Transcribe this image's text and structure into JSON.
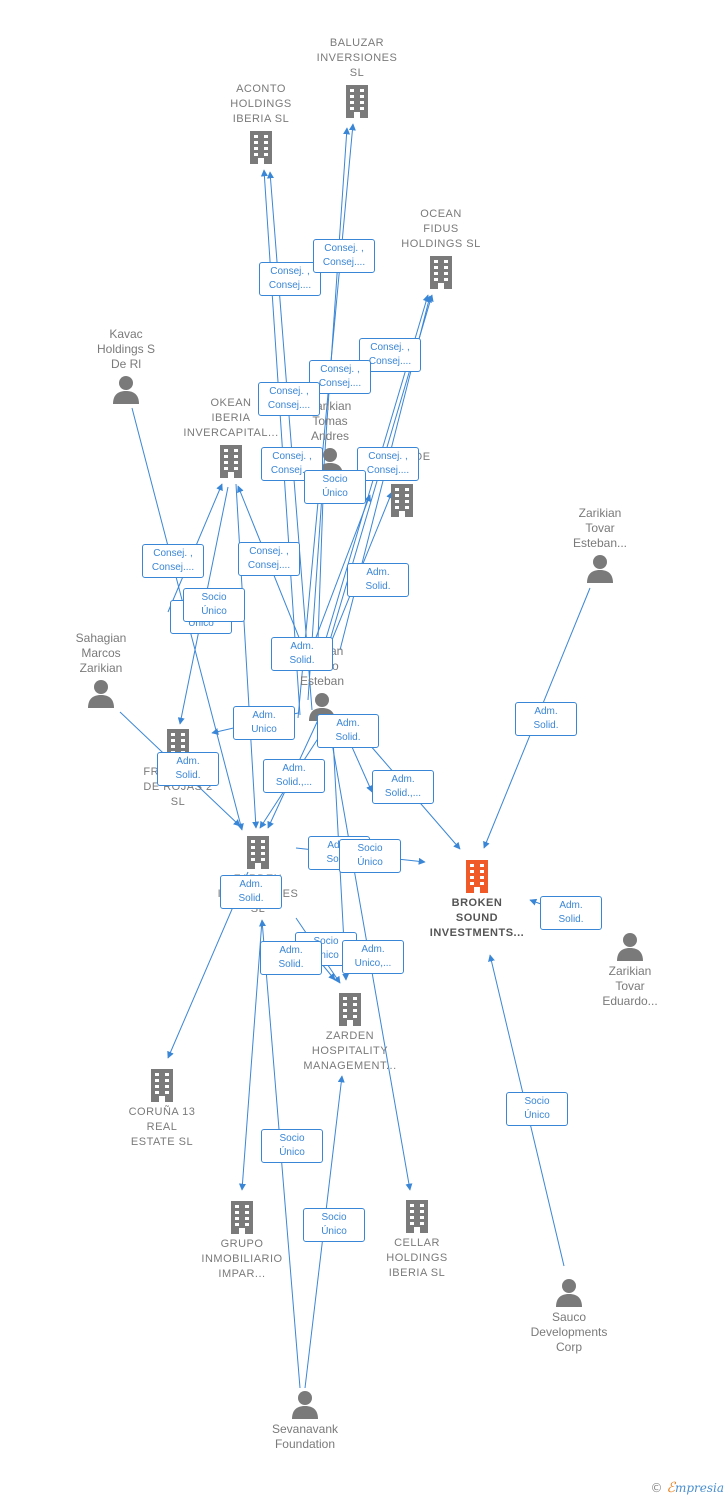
{
  "colors": {
    "accent": "#3a86d6",
    "node_gray": "#7a7a7a",
    "main_node": "#f05a28"
  },
  "nodes": {
    "baluzar": {
      "label": [
        "BALUZAR",
        "INVERSIONES",
        "SL"
      ],
      "icon": "building-icon"
    },
    "acontto": {
      "label": [
        "ACONTO",
        "HOLDINGS",
        "IBERIA SL"
      ],
      "icon": "building-icon"
    },
    "ocean": {
      "label": [
        "OCEAN",
        "FIDUS",
        "HOLDINGS SL"
      ],
      "icon": "building-icon"
    },
    "kavac": {
      "label": [
        "Kavac",
        "Holdings S",
        "De Rl"
      ],
      "icon": "person-icon"
    },
    "okean": {
      "label": [
        "OKEAN",
        "IBERIA",
        "INVERCAPITAL..."
      ],
      "icon": "building-icon"
    },
    "calle": {
      "label": [
        "CALLE DE",
        "1-"
      ],
      "icon": "building-icon"
    },
    "zarikian_tomas": {
      "label": [
        "Zarikian",
        "Tomas",
        "Andres"
      ],
      "icon": "person-icon"
    },
    "zarikian_tovar_esteban": {
      "label": [
        "Zarikian",
        "Tovar",
        "Esteban..."
      ],
      "icon": "person-icon"
    },
    "sahagian": {
      "label": [
        "Sahagian",
        "Marcos",
        "Zarikian"
      ],
      "icon": "person-icon"
    },
    "zarikian_marco": {
      "label": [
        "Zarikian",
        "Marco",
        "Esteban"
      ],
      "icon": "person-icon"
    },
    "francisco": {
      "label": [
        "FRANCISCO",
        "DE ROJAS 2",
        "SL"
      ],
      "icon": "building-icon"
    },
    "zarden_inv": {
      "label": [
        "ZARDEN",
        "INVERSIONES",
        "SL"
      ],
      "icon": "building-icon"
    },
    "broken": {
      "label": [
        "BROKEN",
        "SOUND",
        "INVESTMENTS..."
      ],
      "icon": "building-icon"
    },
    "zarikian_eduardo": {
      "label": [
        "Zarikian",
        "Tovar",
        "Eduardo..."
      ],
      "icon": "person-icon"
    },
    "zarden_hosp": {
      "label": [
        "ZARDEN",
        "HOSPITALITY",
        "MANAGEMENT..."
      ],
      "icon": "building-icon"
    },
    "coruna": {
      "label": [
        "CORUÑA 13",
        "REAL",
        "ESTATE SL"
      ],
      "icon": "building-icon"
    },
    "grupo": {
      "label": [
        "GRUPO",
        "INMOBILIARIO",
        "IMPAR..."
      ],
      "icon": "building-icon"
    },
    "cellar": {
      "label": [
        "CELLAR",
        "HOLDINGS",
        "IBERIA SL"
      ],
      "icon": "building-icon"
    },
    "sauco": {
      "label": [
        "Sauco",
        "Developments",
        "Corp"
      ],
      "icon": "person-icon"
    },
    "sevanavank": {
      "label": [
        "Sevanavank",
        "Foundation"
      ],
      "icon": "person-icon"
    }
  },
  "badges": [
    {
      "id": "b1",
      "lines": [
        "Consej. ,",
        "Consej...."
      ]
    },
    {
      "id": "b2",
      "lines": [
        "Consej. ,",
        "Consej...."
      ]
    },
    {
      "id": "b3",
      "lines": [
        "Consej. ,",
        "Consej...."
      ]
    },
    {
      "id": "b4",
      "lines": [
        "Consej. ,",
        "Consej...."
      ]
    },
    {
      "id": "b5",
      "lines": [
        "Consej. ,",
        "Consej...."
      ]
    },
    {
      "id": "b6",
      "lines": [
        "Consej. ,",
        "Consej...."
      ]
    },
    {
      "id": "b7",
      "lines": [
        "Consej. ,",
        "Consej...."
      ]
    },
    {
      "id": "b8",
      "lines": [
        "Socio",
        "Único"
      ]
    },
    {
      "id": "b9",
      "lines": [
        "Consej. ,",
        "Consej...."
      ]
    },
    {
      "id": "b10",
      "lines": [
        "Consej. ,",
        "Consej...."
      ]
    },
    {
      "id": "b11",
      "lines": [
        "Adm.",
        "Solid."
      ]
    },
    {
      "id": "b12",
      "lines": [
        "Socio",
        "Único"
      ]
    },
    {
      "id": "b13",
      "lines": [
        "Socio",
        "Único"
      ]
    },
    {
      "id": "b14",
      "lines": [
        "Adm.",
        "Solid."
      ]
    },
    {
      "id": "b15",
      "lines": [
        "Adm.",
        "Unico"
      ]
    },
    {
      "id": "b16",
      "lines": [
        "Adm.",
        "Solid."
      ]
    },
    {
      "id": "b17",
      "lines": [
        "Adm.",
        "Solid."
      ]
    },
    {
      "id": "b18",
      "lines": [
        "Adm.",
        "Solid.,..."
      ]
    },
    {
      "id": "b19",
      "lines": [
        "Adm.",
        "Solid.,..."
      ]
    },
    {
      "id": "b20",
      "lines": [
        "Adm.",
        "Solid."
      ]
    },
    {
      "id": "b21",
      "lines": [
        "Adm.",
        "Solid."
      ]
    },
    {
      "id": "b22",
      "lines": [
        "Socio",
        "Único"
      ]
    },
    {
      "id": "b23",
      "lines": [
        "Adm.",
        "Solid."
      ]
    },
    {
      "id": "b24",
      "lines": [
        "Adm.",
        "Solid."
      ]
    },
    {
      "id": "b25",
      "lines": [
        "Socio",
        "Único"
      ]
    },
    {
      "id": "b26",
      "lines": [
        "Adm.",
        "Unico,..."
      ]
    },
    {
      "id": "b27",
      "lines": [
        "Adm.",
        "Solid."
      ]
    },
    {
      "id": "b28",
      "lines": [
        "Socio",
        "Único"
      ]
    },
    {
      "id": "b29",
      "lines": [
        "Socio",
        "Único"
      ]
    },
    {
      "id": "b30",
      "lines": [
        "Socio",
        "Único"
      ]
    }
  ],
  "brand": {
    "copyright": "©",
    "e": "ℰ",
    "rest": "mpresia"
  }
}
